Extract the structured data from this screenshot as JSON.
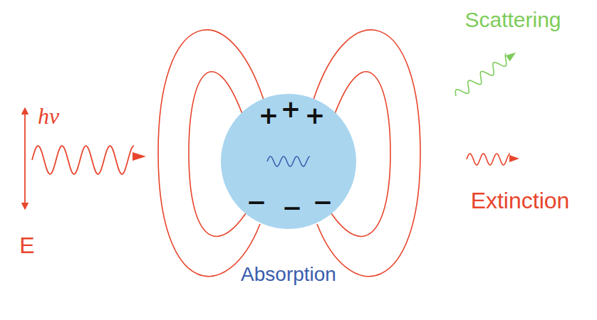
{
  "diagram": {
    "nodes": [
      {
        "text": [
          "+",
          "+",
          "+",
          "−",
          "−",
          "−"
        ]
      }
    ],
    "labels": [
      "hν",
      "E",
      "Scattering",
      "Extinction",
      "Absorption"
    ]
  }
}
